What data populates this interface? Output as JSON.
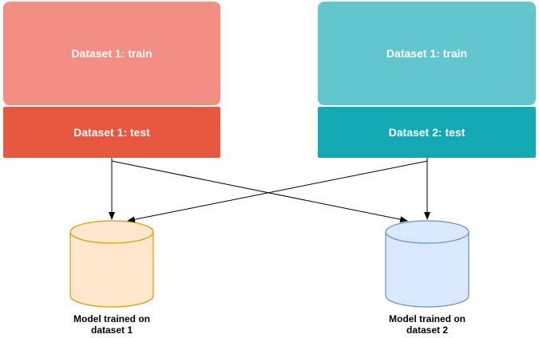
{
  "blocks": {
    "left": {
      "train_label": "Dataset 1: train",
      "test_label": "Dataset 1: test",
      "train_color": "#F28E82",
      "test_color": "#E8573F"
    },
    "right": {
      "train_label": "Dataset 1: train",
      "test_label": "Dataset 2: test",
      "train_color": "#62C6CE",
      "test_color": "#12A8B4"
    }
  },
  "models": {
    "left": {
      "label_line1": "Model trained on",
      "label_line2": "dataset 1",
      "fill": "#FFE6CC",
      "stroke": "#D79B00"
    },
    "right": {
      "label_line1": "Model trained on",
      "label_line2": "dataset 2",
      "fill": "#DAE8FC",
      "stroke": "#6C8EBF"
    }
  },
  "arrow_color": "#000000"
}
